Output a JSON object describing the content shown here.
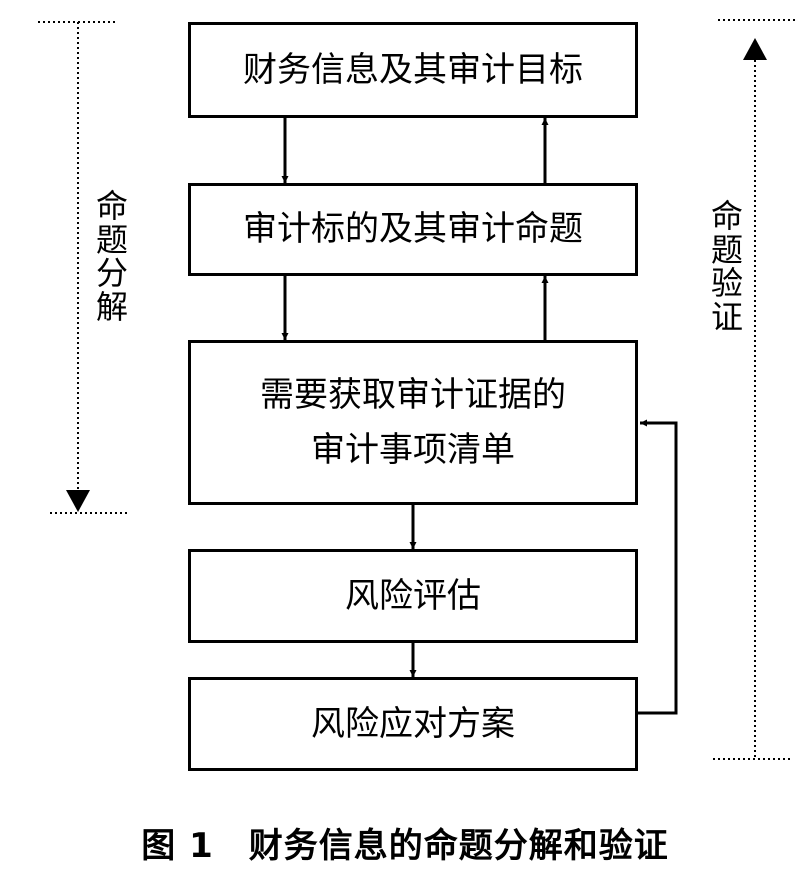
{
  "boxes": [
    {
      "id": "financial-info",
      "lines": [
        "财务信息及其审计目标"
      ]
    },
    {
      "id": "audit-subject",
      "lines": [
        "审计标的及其审计命题"
      ]
    },
    {
      "id": "audit-items",
      "lines": [
        "需要获取审计证据的",
        "审计事项清单"
      ]
    },
    {
      "id": "risk-assessment",
      "lines": [
        "风险评估"
      ]
    },
    {
      "id": "risk-response",
      "lines": [
        "风险应对方案"
      ]
    }
  ],
  "side_labels": {
    "left": [
      "命",
      "题",
      "分",
      "解"
    ],
    "right": [
      "命",
      "题",
      "验",
      "证"
    ]
  },
  "caption": "图 1　财务信息的命题分解和验证"
}
